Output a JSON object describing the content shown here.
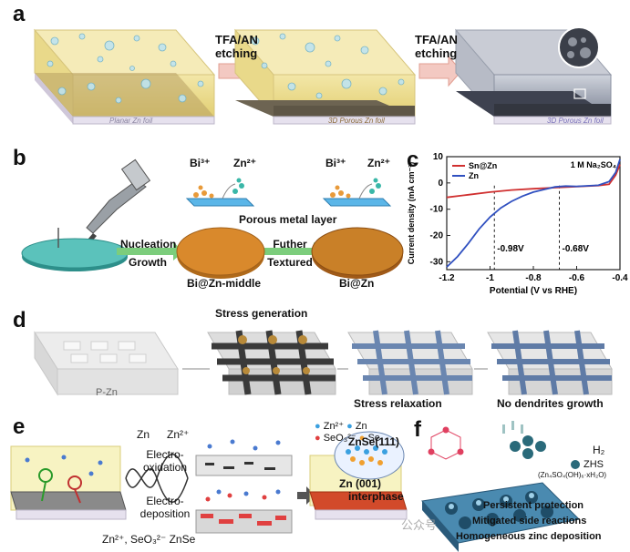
{
  "panel_a": {
    "label": "a",
    "arrow1": [
      "TFA/AN",
      "etching"
    ],
    "arrow2": [
      "TFA/AN",
      "etching"
    ],
    "block1": "Planar Zn foil",
    "block2": "3D Porous Zn foil",
    "block3": "3D Porous Zn foil"
  },
  "panel_b": {
    "label": "b",
    "ion_bi": "Bi³⁺",
    "ion_zn": "Zn²⁺",
    "porous_layer": "Porous metal layer",
    "arrow1": [
      "Nucleation",
      "Growth"
    ],
    "arrow2": [
      "Futher",
      "Textured"
    ],
    "disc2": "Bi@Zn-middle",
    "disc3": "Bi@Zn"
  },
  "panel_c": {
    "label": "c",
    "note": "1 M Na₂SO₄",
    "annot1": "-0.98V",
    "annot2": "-0.68V"
  },
  "panel_d": {
    "label": "d",
    "caption1": "P-Zn",
    "caption2": "Stress generation",
    "caption3": "Stress relaxation",
    "caption4": "No dendrites growth"
  },
  "panel_e": {
    "label": "e",
    "zn": "Zn",
    "zn2": "Zn²⁺",
    "step1": [
      "Electro-",
      "oxidation"
    ],
    "step2": [
      "Electro-",
      "deposition"
    ],
    "reaction": "Zn²⁺, SeO₃²⁻ ZnSe",
    "legend": [
      "Zn²⁺",
      "Zn",
      "SeO₃²⁻",
      "Se"
    ],
    "znse": "ZnSe(111)",
    "zn001": [
      "Zn (001)",
      "interphase"
    ]
  },
  "panel_f": {
    "label": "f",
    "h2": "H₂",
    "zhs": "ZHS",
    "zhs_formula": "(Zn₄SO₄(OH)₆·xH₂O)",
    "lines": [
      "Persistent protection",
      "Mitigated  side reactions",
      "Homogeneous zinc deposition"
    ]
  },
  "watermark": "公众号",
  "chart_data": {
    "type": "line",
    "title": "",
    "xlabel": "Potential (V vs RHE)",
    "ylabel": "Current density (mA cm⁻²)",
    "xlim": [
      -1.2,
      -0.4
    ],
    "ylim": [
      -33,
      10
    ],
    "xticks": [
      -1.2,
      -1.0,
      -0.8,
      -0.6,
      -0.4
    ],
    "yticks": [
      10,
      0,
      -10,
      -20,
      -30
    ],
    "legend_position": "top-left",
    "series": [
      {
        "name": "Sn@Zn",
        "color": "#d03030",
        "x": [
          -1.2,
          -1.1,
          -1.0,
          -0.9,
          -0.8,
          -0.7,
          -0.6,
          -0.5,
          -0.45,
          -0.42,
          -0.4
        ],
        "y": [
          -5.5,
          -4.5,
          -3.5,
          -2.7,
          -2.2,
          -1.8,
          -1.4,
          -1.0,
          -0.5,
          3,
          7
        ]
      },
      {
        "name": "Zn",
        "color": "#3050c0",
        "x": [
          -1.2,
          -1.15,
          -1.1,
          -1.05,
          -1.0,
          -0.95,
          -0.9,
          -0.85,
          -0.8,
          -0.75,
          -0.7,
          -0.65,
          -0.6,
          -0.5,
          -0.45,
          -0.42,
          -0.4
        ],
        "y": [
          -32,
          -28,
          -23,
          -17.5,
          -13,
          -9.5,
          -7,
          -5,
          -3.5,
          -2.5,
          -1.5,
          -1.2,
          -1.3,
          -0.9,
          0.5,
          4,
          9
        ]
      }
    ],
    "annotations": [
      {
        "x": -0.98,
        "text": "-0.98V"
      },
      {
        "x": -0.68,
        "text": "-0.68V"
      }
    ]
  }
}
